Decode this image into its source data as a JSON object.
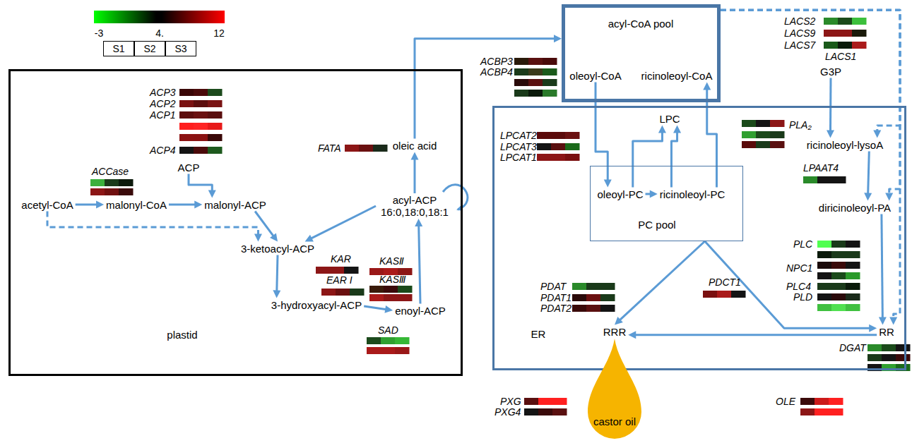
{
  "diagram": {
    "nodes": [
      {
        "text": [
          "plastid"
        ]
      },
      {
        "text": [
          "acetyl-CoA"
        ],
        "in": 0
      },
      {
        "text": [
          "malonyl-CoA"
        ],
        "in": 0
      },
      {
        "text": [
          "ACP"
        ],
        "in": 0
      },
      {
        "text": [
          "malonyl-ACP"
        ],
        "in": 0
      },
      {
        "text": [
          "3-ketoacyl-ACP"
        ],
        "in": 0
      },
      {
        "text": [
          "3-hydroxyacyl-ACP"
        ],
        "in": 0
      },
      {
        "text": [
          "enoyl-ACP"
        ],
        "in": 0
      },
      {
        "text": [
          "acyl-ACP 16:0,18:0,18:1"
        ],
        "in": 0
      },
      {
        "text": [
          "oleic acid"
        ],
        "in": 0
      },
      {
        "text": [
          "acyl-CoA pool"
        ]
      },
      {
        "text": [
          "oleoyl-CoA"
        ],
        "in": 10
      },
      {
        "text": [
          "ricinoleoyl-CoA"
        ],
        "in": 10
      },
      {
        "text": [
          "ER"
        ]
      },
      {
        "text": [
          "LPC"
        ],
        "in": 13
      },
      {
        "text": [
          "PC pool"
        ],
        "in": 13
      },
      {
        "text": [
          "oleoyl-PC"
        ],
        "in": 15
      },
      {
        "text": [
          "ricinoleoyl-PC"
        ],
        "in": 15
      },
      {
        "text": [
          "G3P"
        ]
      },
      {
        "text": [
          "ricinoleoyl-lysoA"
        ],
        "in": 13
      },
      {
        "text": [
          "diricinoleoyl-PA"
        ],
        "in": 13
      },
      {
        "text": [
          "RRR"
        ],
        "in": 13
      },
      {
        "text": [
          "RR"
        ],
        "in": 13
      },
      {
        "text": [
          "castor oil"
        ]
      }
    ],
    "edges": [
      {
        "from": 1,
        "to": 2,
        "arrow": "to"
      },
      {
        "from": 2,
        "to": 4,
        "arrow": "to"
      },
      {
        "from": 3,
        "to": 4,
        "arrow": "to"
      },
      {
        "from": 1,
        "to": 5,
        "arrow": "to"
      },
      {
        "from": 4,
        "to": 5,
        "arrow": "to"
      },
      {
        "from": 5,
        "to": 6,
        "arrow": "to"
      },
      {
        "from": 6,
        "to": 7,
        "arrow": "to"
      },
      {
        "from": 7,
        "to": 8,
        "arrow": "to"
      },
      {
        "from": 8,
        "to": 5,
        "arrow": "to"
      },
      {
        "from": 8,
        "to": 9,
        "arrow": "to"
      },
      {
        "from": 9,
        "to": 10,
        "arrow": "to"
      },
      {
        "from": 11,
        "to": 16,
        "arrow": "to"
      },
      {
        "from": 16,
        "to": 14,
        "arrow": "to"
      },
      {
        "from": 17,
        "to": 14,
        "arrow": "to"
      },
      {
        "from": 17,
        "to": 12,
        "arrow": "to"
      },
      {
        "from": 16,
        "to": 17,
        "arrow": "to"
      },
      {
        "from": 15,
        "to": 21,
        "arrow": "to"
      },
      {
        "from": 15,
        "to": 22,
        "arrow": "to"
      },
      {
        "from": 22,
        "to": 21,
        "arrow": "to"
      },
      {
        "from": 18,
        "to": 19,
        "arrow": "to"
      },
      {
        "from": 19,
        "to": 20,
        "arrow": "to"
      },
      {
        "from": 20,
        "to": 22,
        "arrow": "to"
      },
      {
        "from": 10,
        "to": 19,
        "arrow": "to"
      },
      {
        "from": 10,
        "to": 20,
        "arrow": "to"
      },
      {
        "from": 10,
        "to": 22,
        "arrow": "to"
      }
    ],
    "labels": [
      "S1",
      "S2",
      "S3",
      "ACP3",
      "ACP2",
      "ACP1",
      "ACP4",
      "ACCase",
      "FATA",
      "KAR",
      "EAR I",
      "KASⅡ",
      "KASⅢ",
      "SAD",
      "ACBP3",
      "ACBP4",
      "LACS2",
      "LACS9",
      "LACS7",
      "LACS1",
      "LPCAT2",
      "LPCAT3",
      "LPCAT1",
      "PLA₂",
      "LPAAT4",
      "PDCT1",
      "PLC",
      "NPC1",
      "PLC4",
      "PLD",
      "PDAT",
      "PDAT1",
      "PDAT2",
      "DGAT",
      "PXG",
      "PXG4",
      "OLE"
    ],
    "legend": [
      {
        "text": "-3",
        "color": "#00ff00"
      },
      {
        "text": "4.",
        "color": "#000000"
      },
      {
        "text": "12",
        "color": "#ff0000"
      }
    ]
  }
}
